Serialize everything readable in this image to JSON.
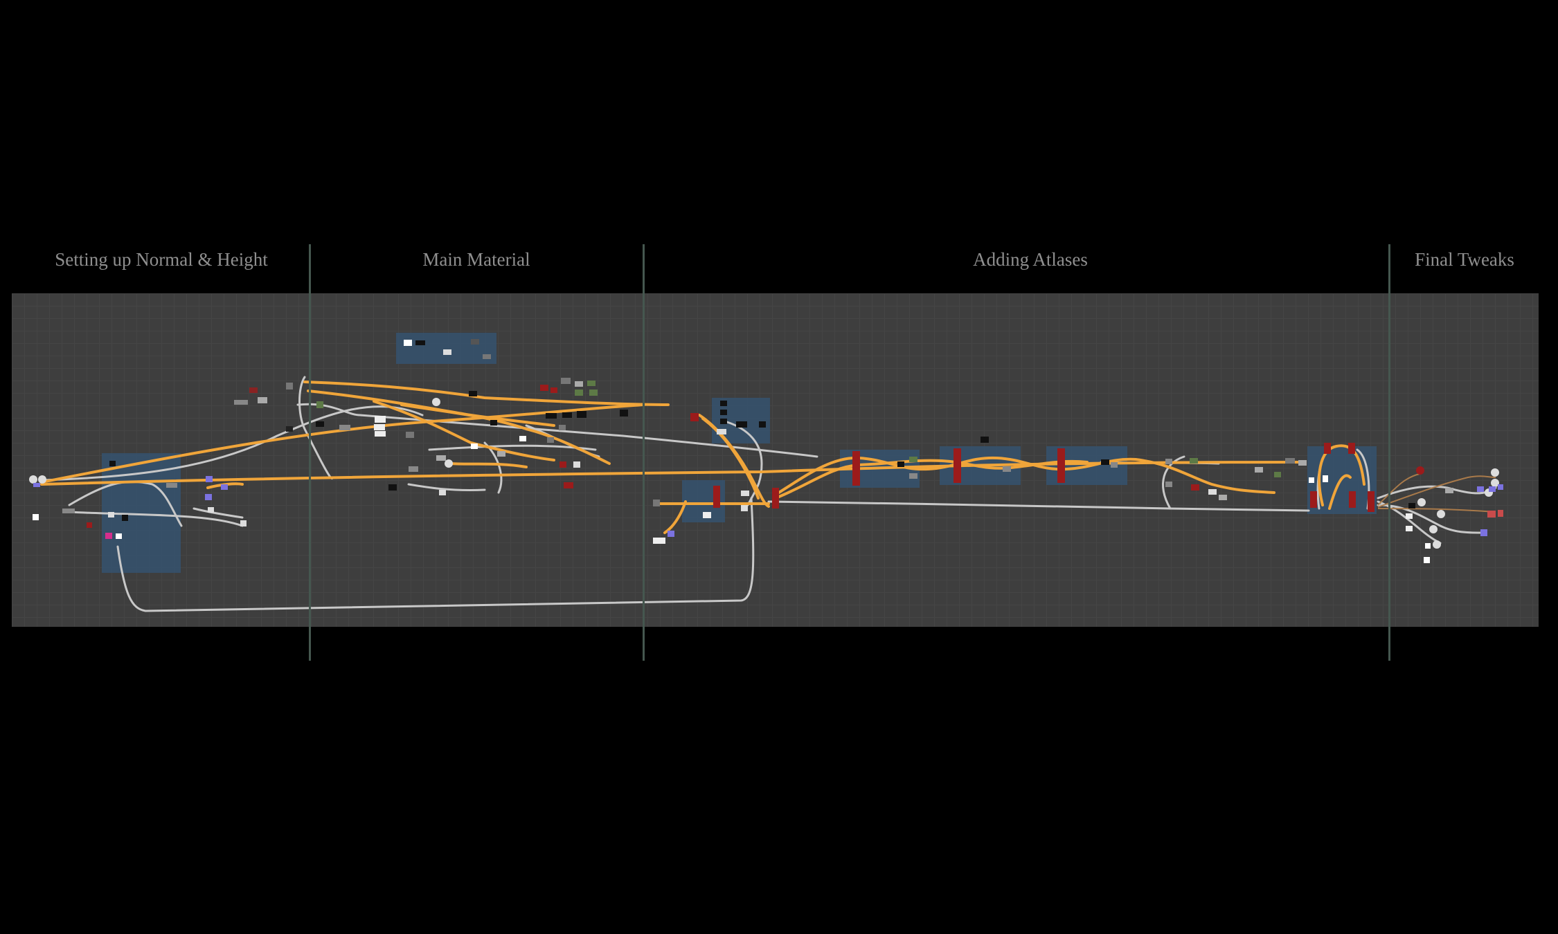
{
  "sections": [
    {
      "title": "Setting up Normal & Height"
    },
    {
      "title": "Main Material"
    },
    {
      "title": "Adding Atlases"
    },
    {
      "title": "Final Tweaks"
    }
  ],
  "colors": {
    "background": "#000000",
    "canvas": "#3e3e3e",
    "grid": "#454545",
    "divider": "#45574f",
    "title_text": "#8f8f8f",
    "wire_orange": "#f0a53a",
    "wire_white": "#c8c8c8",
    "comment_box": "#35526e",
    "node_red": "#9b1b1b",
    "node_purple": "#7b72e0",
    "node_pink": "#d52e8c",
    "node_green": "#5d7a46"
  }
}
